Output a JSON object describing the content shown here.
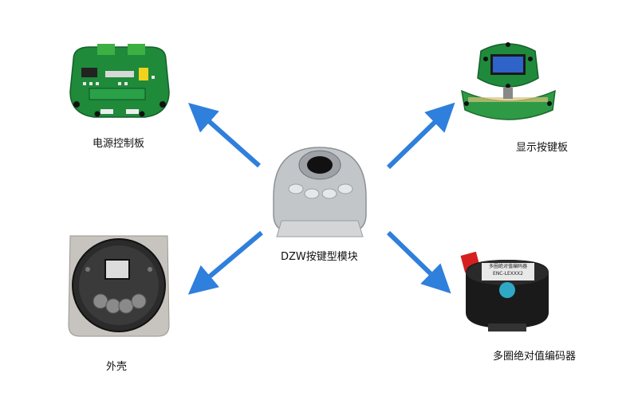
{
  "center": {
    "label": "DZW按键型模块"
  },
  "components": [
    {
      "id": "power",
      "label": "电源控制板"
    },
    {
      "id": "display",
      "label": "显示按键板"
    },
    {
      "id": "housing",
      "label": "外壳"
    },
    {
      "id": "encoder",
      "label": "多圈绝对值编码器",
      "sticker_text": "多圈绝对值编码器",
      "sticker_code": "ENC-LEXXX2"
    }
  ],
  "colors": {
    "arrow": "#2f7fdc",
    "pcb": "#1e8a3a",
    "metal": "#b9bcbf",
    "housing": "#2b2b2b",
    "encoder": "#1a1a1a",
    "tab": "#d62020"
  }
}
